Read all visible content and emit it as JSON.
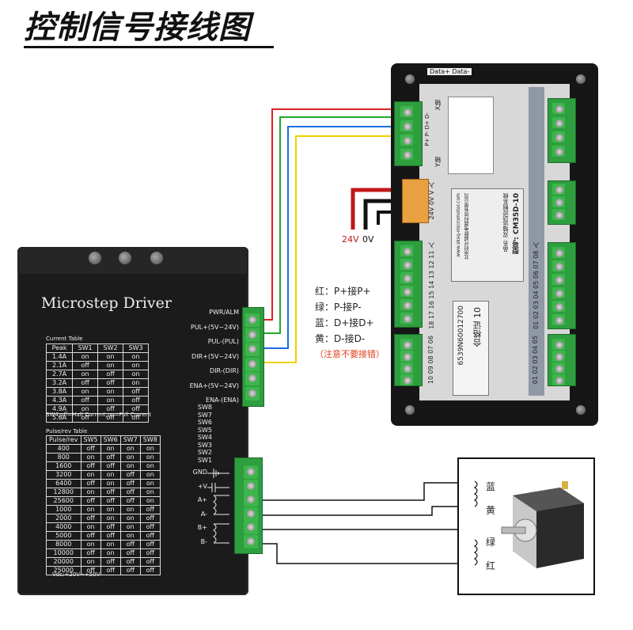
{
  "title": "控制信号接线图",
  "driver": {
    "name": "Microstep Driver",
    "signal_labels": [
      "PWR/ALM",
      "PUL+(5V~24V)",
      "PUL-(PUL)",
      "DIR+(5V~24V)",
      "DIR-(DIR)",
      "ENA+(5V~24V)",
      "ENA-(ENA)"
    ],
    "sw_labels": [
      "SW8",
      "SW7",
      "SW6",
      "SW5",
      "SW4",
      "SW3",
      "SW2",
      "SW1"
    ],
    "power_labels": [
      "GND",
      "+V",
      "A+",
      "A-",
      "B+",
      "B-"
    ],
    "current_table": {
      "caption": "Current Table",
      "headers": [
        "Peak",
        "SW1",
        "SW2",
        "SW3"
      ],
      "rows": [
        [
          "1.4A",
          "on",
          "on",
          "on"
        ],
        [
          "2.1A",
          "off",
          "on",
          "on"
        ],
        [
          "2.7A",
          "on",
          "off",
          "on"
        ],
        [
          "3.2A",
          "off",
          "off",
          "on"
        ],
        [
          "3.8A",
          "on",
          "on",
          "off"
        ],
        [
          "4.3A",
          "off",
          "on",
          "off"
        ],
        [
          "4.9A",
          "on",
          "off",
          "off"
        ],
        [
          "5.6A",
          "off",
          "off",
          "off"
        ]
      ],
      "note": "SW4:off=Half Current;on=Full Current"
    },
    "pulse_table": {
      "caption": "Pulse/rev Table",
      "headers": [
        "Pulse/rev",
        "SW5",
        "SW6",
        "SW7",
        "SW8"
      ],
      "rows": [
        [
          "400",
          "off",
          "on",
          "on",
          "on"
        ],
        [
          "800",
          "on",
          "off",
          "on",
          "on"
        ],
        [
          "1600",
          "off",
          "off",
          "on",
          "on"
        ],
        [
          "3200",
          "on",
          "on",
          "off",
          "on"
        ],
        [
          "6400",
          "off",
          "on",
          "off",
          "on"
        ],
        [
          "12800",
          "on",
          "off",
          "off",
          "on"
        ],
        [
          "25600",
          "off",
          "off",
          "off",
          "on"
        ],
        [
          "1000",
          "on",
          "on",
          "on",
          "off"
        ],
        [
          "2000",
          "off",
          "on",
          "on",
          "off"
        ],
        [
          "4000",
          "on",
          "off",
          "on",
          "off"
        ],
        [
          "5000",
          "off",
          "off",
          "on",
          "off"
        ],
        [
          "8000",
          "on",
          "on",
          "off",
          "off"
        ],
        [
          "10000",
          "off",
          "on",
          "off",
          "off"
        ],
        [
          "20000",
          "on",
          "off",
          "off",
          "off"
        ],
        [
          "25000",
          "off",
          "off",
          "off",
          "off"
        ]
      ],
      "vdc": "Vdc:+20V~+50V"
    }
  },
  "controller": {
    "header": "Data+ Data-",
    "model": "型号: CM35D-10",
    "name": "品名: 双轴运动控制系统",
    "website": "www.sksq-micromotor.com",
    "company": "北京时代超群电器科技有限公司",
    "x_axis": "X轴",
    "y_axis": "Y轴",
    "x_pins": "P+ P- D+ D-",
    "power_pins": "24V 0V V 入",
    "input_pins": "18 17 16 15 14 13 12 11 入",
    "input_pins2": "10 09 08 07 06",
    "output_pins": "01 02 03 04 05 06 07 08 入",
    "output_pins2": "01 02 03 04 05",
    "serial": "6539N60012700",
    "cert": "合格证 10",
    "voltage_label_24": "24V",
    "voltage_label_0": "0V"
  },
  "legend": {
    "lines": [
      "红：P+接P+",
      "绿：P-接P-",
      "蓝：D+接D+",
      "黄：D-接D-"
    ],
    "warning": "（注意不要接错）"
  },
  "motor": {
    "wire_labels": [
      "蓝",
      "黄",
      "绿",
      "红"
    ]
  },
  "colors": {
    "red": "#e02020",
    "green": "#1faa2a",
    "blue": "#1a6ee0",
    "yellow": "#f0d000",
    "terminal": "#3cb64c"
  }
}
